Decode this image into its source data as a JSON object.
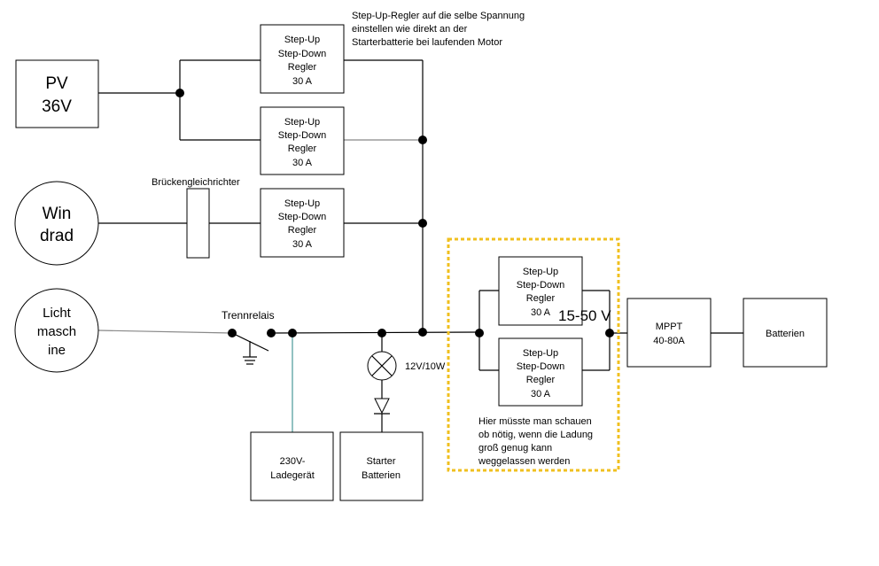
{
  "sources": {
    "pv": {
      "line1": "PV",
      "line2": "36V"
    },
    "wind": {
      "line1": "Win",
      "line2": "drad"
    },
    "alternator": {
      "line1": "Licht",
      "line2": "masch",
      "line3": "ine"
    }
  },
  "regulator": {
    "line1": "Step-Up",
    "line2": "Step-Down",
    "line3": "Regler",
    "line4": "30 A"
  },
  "note_top": {
    "line1": "Step-Up-Regler auf die selbe Spannung",
    "line2": "einstellen wie direkt an der",
    "line3": "Starterbatterie bei laufenden Motor"
  },
  "bridge_rectifier_label": "Brückengleichrichter",
  "relay_label": "Trennrelais",
  "lamp_label": "12V/10W",
  "voltage_label": "15-50 V",
  "charger": {
    "line1": "230V-",
    "line2": "Ladegerät"
  },
  "starter_batteries": {
    "line1": "Starter",
    "line2": "Batterien"
  },
  "mppt": {
    "line1": "MPPT",
    "line2": "40-80A"
  },
  "batteries": {
    "line1": "Batterien"
  },
  "note_bottom": {
    "line1": "Hier müsste man schauen",
    "line2": "ob nötig, wenn die Ladung",
    "line3": "groß genug kann",
    "line4": "weggelassen werden"
  },
  "colors": {
    "highlight_border": "#f0c020",
    "ground_wire": "#4a9a9a"
  }
}
